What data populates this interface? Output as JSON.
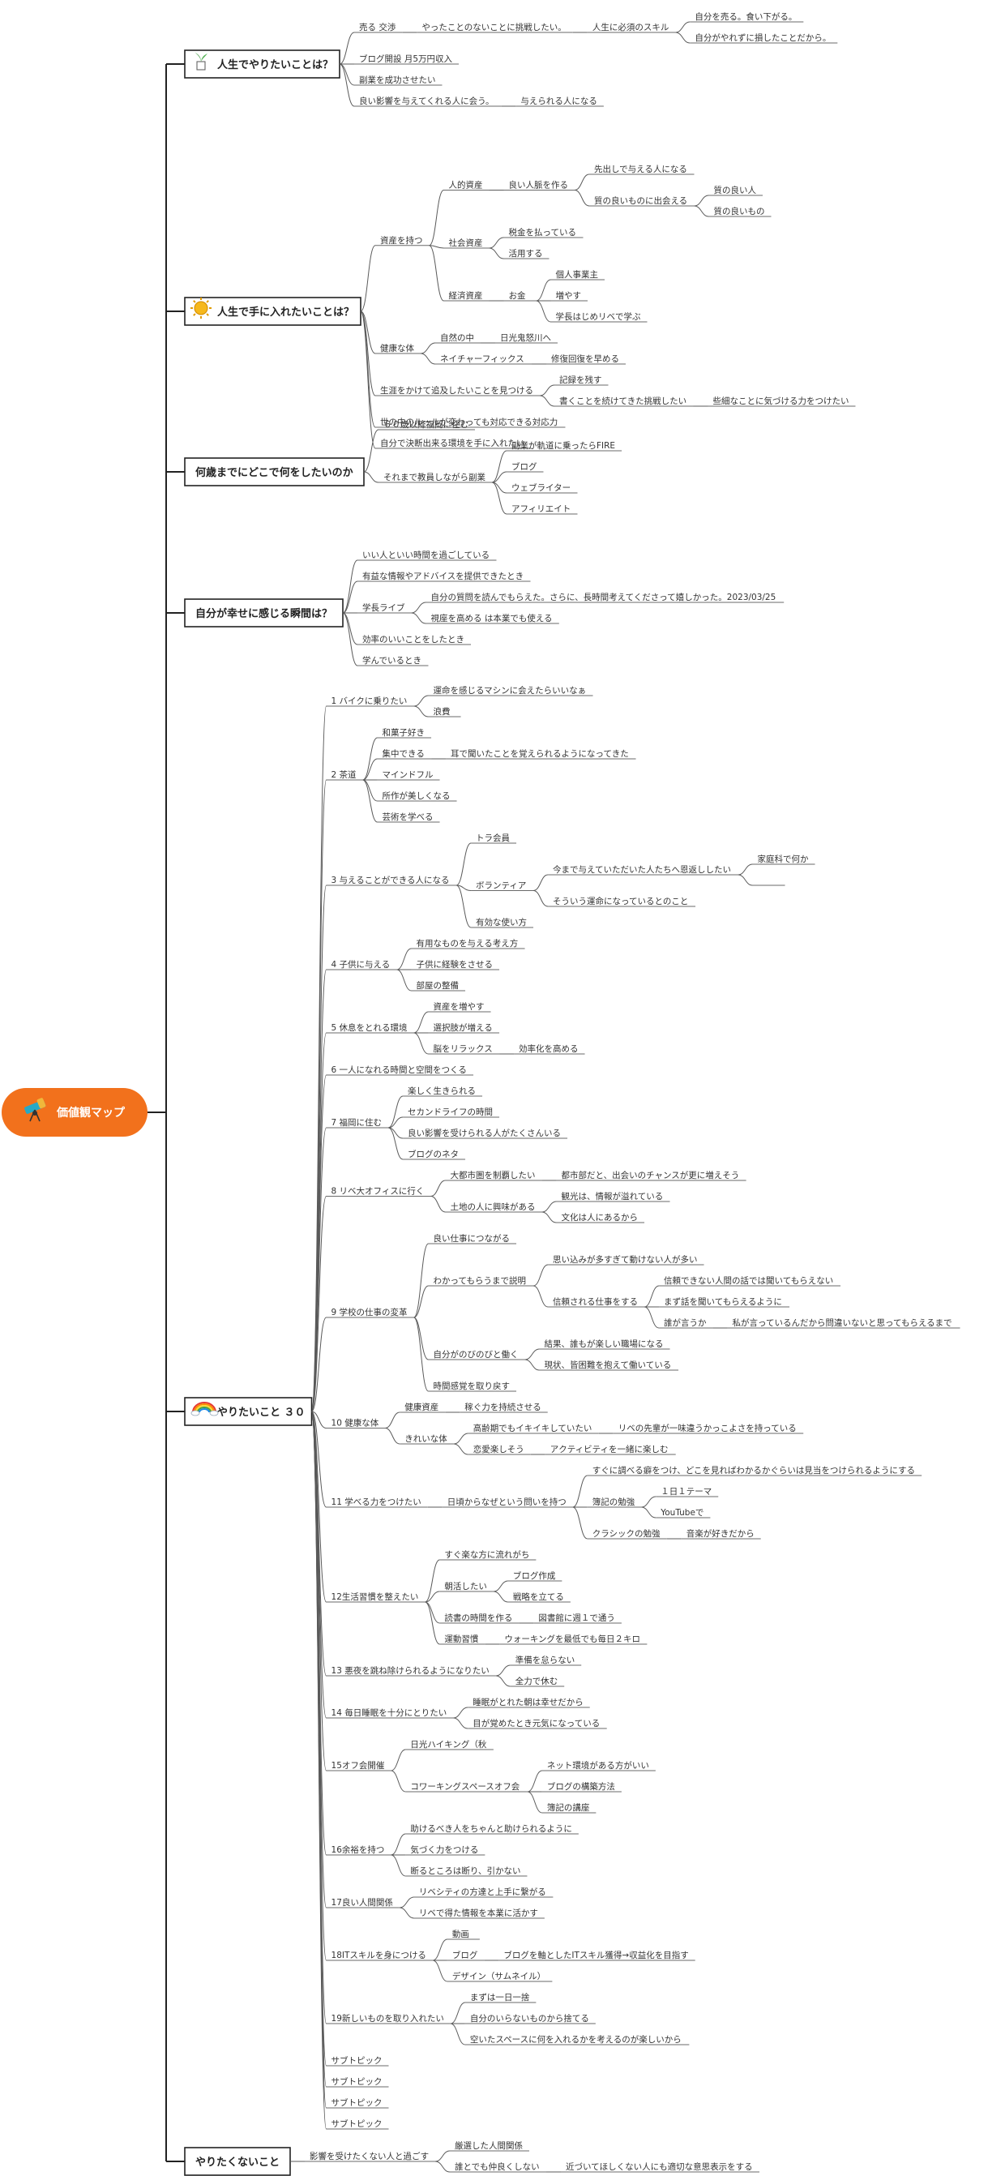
{
  "central": {
    "label": "価値観マップ",
    "icon": "telescope-icon",
    "color": "#f2711c"
  },
  "topics": [
    {
      "label": "人生でやりたいことは？",
      "icon": "plant-icon",
      "children": [
        {
          "label": "売る 交渉",
          "children": [
            {
              "label": "やったことのないことに挑戦したい。",
              "children": [
                {
                  "label": "人生に必須のスキル",
                  "children": [
                    {
                      "label": "自分を売る。食い下がる。"
                    },
                    {
                      "label": "自分がやれずに損したことだから。"
                    }
                  ]
                }
              ]
            }
          ]
        },
        {
          "label": "ブログ開設 月5万円収入"
        },
        {
          "label": "副業を成功させたい"
        },
        {
          "label": "良い影響を与えてくれる人に会う。",
          "children": [
            {
              "label": "与えられる人になる"
            }
          ]
        }
      ]
    },
    {
      "label": "人生で手に入れたいことは？",
      "icon": "sun-icon",
      "children": [
        {
          "label": "資産を持つ",
          "children": [
            {
              "label": "人的資産",
              "children": [
                {
                  "label": "良い人脈を作る",
                  "children": [
                    {
                      "label": "先出しで与える人になる"
                    },
                    {
                      "label": "質の良いものに出会える",
                      "children": [
                        {
                          "label": "質の良い人"
                        },
                        {
                          "label": "質の良いもの"
                        }
                      ]
                    }
                  ]
                }
              ]
            },
            {
              "label": "社会資産",
              "children": [
                {
                  "label": "税金を払っている"
                },
                {
                  "label": "活用する"
                }
              ]
            },
            {
              "label": "経済資産",
              "children": [
                {
                  "label": "お金",
                  "children": [
                    {
                      "label": "個人事業主"
                    },
                    {
                      "label": "増やす"
                    },
                    {
                      "label": "学長はじめリベで学ぶ"
                    }
                  ]
                }
              ]
            }
          ]
        },
        {
          "label": "健康な体",
          "children": [
            {
              "label": "自然の中",
              "children": [
                {
                  "label": "日光鬼怒川へ"
                }
              ]
            },
            {
              "label": "ネイチャーフィックス",
              "children": [
                {
                  "label": "修復回復を早める"
                }
              ]
            }
          ]
        },
        {
          "label": "生涯をかけて追及したいことを見つける",
          "children": [
            {
              "label": "記録を残す"
            },
            {
              "label": "書くことを続けてきた挑戦したい",
              "children": [
                {
                  "label": "些細なことに気づける力をつけたい"
                }
              ]
            }
          ]
        },
        {
          "label": "世の中のルールが変わっても対応できる対応力"
        },
        {
          "label": "自分で決断出来る環境を手に入れたい"
        }
      ]
    },
    {
      "label": "何歳までにどこで何をしたいのか",
      "icon": "",
      "children": [
        {
          "label": "６０歳以降福岡に住む"
        },
        {
          "label": "それまで教員しながら副業",
          "children": [
            {
              "label": "副業が軌道に乗ったらFIRE"
            },
            {
              "label": "ブログ"
            },
            {
              "label": "ウェブライター"
            },
            {
              "label": "アフィリエイト"
            }
          ]
        }
      ]
    },
    {
      "label": "自分が幸せに感じる瞬間は？",
      "icon": "",
      "children": [
        {
          "label": "いい人といい時間を過ごしている"
        },
        {
          "label": "有益な情報やアドバイスを提供できたとき"
        },
        {
          "label": "学長ライブ",
          "children": [
            {
              "label": "自分の質問を読んでもらえた。さらに、長時間考えてくださって嬉しかった。2023/03/25"
            },
            {
              "label": "視座を高める は本業でも使える"
            }
          ]
        },
        {
          "label": "効率のいいことをしたとき"
        },
        {
          "label": "学んでいるとき"
        }
      ]
    },
    {
      "label": "やりたいこと ３０",
      "icon": "rainbow-icon",
      "children": [
        {
          "label": "1 バイクに乗りたい",
          "children": [
            {
              "label": "運命を感じるマシンに会えたらいいなぁ"
            },
            {
              "label": "浪費"
            }
          ]
        },
        {
          "label": "2 茶道",
          "children": [
            {
              "label": "和菓子好き"
            },
            {
              "label": "集中できる",
              "children": [
                {
                  "label": "耳で聞いたことを覚えられるようになってきた"
                }
              ]
            },
            {
              "label": "マインドフル"
            },
            {
              "label": "所作が美しくなる"
            },
            {
              "label": "芸術を学べる"
            }
          ]
        },
        {
          "label": "3 与えることができる人になる",
          "children": [
            {
              "label": "トラ会員"
            },
            {
              "label": "ボランティア",
              "children": [
                {
                  "label": "今まで与えていただいた人たちへ恩返ししたい",
                  "children": [
                    {
                      "label": "家庭科で何か"
                    },
                    {
                      "label": ""
                    }
                  ]
                },
                {
                  "label": "そういう運命になっているとのこと"
                }
              ]
            },
            {
              "label": "有効な使い方"
            }
          ]
        },
        {
          "label": "4 子供に与える",
          "children": [
            {
              "label": "有用なものを与える考え方"
            },
            {
              "label": "子供に経験をさせる"
            },
            {
              "label": "部屋の整備"
            }
          ]
        },
        {
          "label": "5 休息をとれる環境",
          "children": [
            {
              "label": "資産を増やす"
            },
            {
              "label": "選択肢が増える"
            },
            {
              "label": "脳をリラックス",
              "children": [
                {
                  "label": "効率化を高める"
                }
              ]
            }
          ]
        },
        {
          "label": "6 一人になれる時間と空間をつくる"
        },
        {
          "label": "7 福岡に住む",
          "children": [
            {
              "label": "楽しく生きられる"
            },
            {
              "label": "セカンドライフの時間"
            },
            {
              "label": "良い影響を受けられる人がたくさんいる"
            },
            {
              "label": "ブログのネタ"
            }
          ]
        },
        {
          "label": "8 リベ大オフィスに行く",
          "children": [
            {
              "label": "大都市圏を制覇したい",
              "children": [
                {
                  "label": "都市部だと、出会いのチャンスが更に増えそう"
                }
              ]
            },
            {
              "label": "土地の人に興味がある",
              "children": [
                {
                  "label": "観光は、情報が溢れている"
                },
                {
                  "label": "文化は人にあるから"
                }
              ]
            }
          ]
        },
        {
          "label": "9 学校の仕事の変革",
          "children": [
            {
              "label": "良い仕事につながる"
            },
            {
              "label": "わかってもらうまで説明",
              "children": [
                {
                  "label": "思い込みが多すぎて動けない人が多い"
                },
                {
                  "label": "信頼される仕事をする",
                  "children": [
                    {
                      "label": "信頼できない人間の話では聞いてもらえない"
                    },
                    {
                      "label": "まず話を聞いてもらえるように"
                    },
                    {
                      "label": "誰が言うか",
                      "children": [
                        {
                          "label": "私が言っているんだから問違いないと思ってもらえるまで"
                        }
                      ]
                    }
                  ]
                }
              ]
            },
            {
              "label": "自分がのびのびと働く",
              "children": [
                {
                  "label": "結果、誰もが楽しい職場になる"
                },
                {
                  "label": "現状、皆困難を抱えて働いている"
                }
              ]
            },
            {
              "label": "時間感覚を取り戻す"
            }
          ]
        },
        {
          "label": "10 健康な体",
          "children": [
            {
              "label": "健康資産",
              "children": [
                {
                  "label": "稼ぐ力を持続させる"
                }
              ]
            },
            {
              "label": "きれいな体",
              "children": [
                {
                  "label": "高齢期でもイキイキしていたい",
                  "children": [
                    {
                      "label": "リベの先輩が一味違うかっこよさを持っている"
                    }
                  ]
                },
                {
                  "label": "恋愛楽しそう",
                  "children": [
                    {
                      "label": "アクティビティを一緒に楽しむ"
                    }
                  ]
                }
              ]
            }
          ]
        },
        {
          "label": "11 学べる力をつけたい",
          "children": [
            {
              "label": "日頃からなぜという問いを持つ",
              "children": [
                {
                  "label": "すぐに調べる癖をつけ、どこを見ればわかるかぐらいは見当をつけられるようにする"
                },
                {
                  "label": "簿記の勉強",
                  "children": [
                    {
                      "label": "１日１テーマ"
                    },
                    {
                      "label": "YouTubeで"
                    }
                  ]
                },
                {
                  "label": "クラシックの勉強",
                  "children": [
                    {
                      "label": "音楽が好きだから"
                    }
                  ]
                }
              ]
            }
          ]
        },
        {
          "label": "12生活習慣を整えたい",
          "children": [
            {
              "label": "すぐ楽な方に流れがち"
            },
            {
              "label": "朝活したい",
              "children": [
                {
                  "label": "ブログ作成"
                },
                {
                  "label": "戦略を立てる"
                }
              ]
            },
            {
              "label": "読書の時間を作る",
              "children": [
                {
                  "label": "図書館に週１で通う"
                }
              ]
            },
            {
              "label": "運動習慣",
              "children": [
                {
                  "label": "ウォーキングを最低でも毎日２キロ"
                }
              ]
            }
          ]
        },
        {
          "label": "13 悪夜を跳ね除けられるようになりたい",
          "children": [
            {
              "label": "準備を怠らない"
            },
            {
              "label": "全力で休む"
            }
          ]
        },
        {
          "label": "14 毎日睡眠を十分にとりたい",
          "children": [
            {
              "label": "睡眠がとれた朝は幸せだから"
            },
            {
              "label": "目が覚めたとき元気になっている"
            }
          ]
        },
        {
          "label": "15オフ会開催",
          "children": [
            {
              "label": "日光ハイキング（秋"
            },
            {
              "label": "コワーキングスペースオフ会",
              "children": [
                {
                  "label": "ネット環境がある方がいい"
                },
                {
                  "label": "ブログの構築方法"
                },
                {
                  "label": "簿記の講座"
                }
              ]
            }
          ]
        },
        {
          "label": "16余裕を持つ",
          "children": [
            {
              "label": "助けるべき人をちゃんと助けられるように"
            },
            {
              "label": "気づく力をつける"
            },
            {
              "label": "断るところは断り、引かない"
            }
          ]
        },
        {
          "label": "17良い人間関係",
          "children": [
            {
              "label": "リベシティの方達と上手に繋がる"
            },
            {
              "label": "リベで得た情報を本業に活かす"
            }
          ]
        },
        {
          "label": "18ITスキルを身につける",
          "children": [
            {
              "label": "動画"
            },
            {
              "label": "ブログ",
              "children": [
                {
                  "label": "ブログを軸としたITスキル獲得→収益化を目指す"
                }
              ]
            },
            {
              "label": "デザイン（サムネイル）"
            }
          ]
        },
        {
          "label": "19新しいものを取り入れたい",
          "children": [
            {
              "label": "まずは一日一捨"
            },
            {
              "label": "自分のいらないものから捨てる"
            },
            {
              "label": "空いたスペースに何を入れるかを考えるのが楽しいから"
            }
          ]
        },
        {
          "label": "サブトピック"
        },
        {
          "label": "サブトピック"
        },
        {
          "label": "サブトピック"
        },
        {
          "label": "サブトピック"
        }
      ]
    },
    {
      "label": "やりたくないこと",
      "icon": "",
      "children": [
        {
          "label": "影響を受けたくない人と過ごす",
          "children": [
            {
              "label": "厳選した人間関係"
            },
            {
              "label": "誰とでも仲良くしない",
              "children": [
                {
                  "label": "近づいてほしくない人にも適切な意思表示をする"
                }
              ]
            }
          ]
        }
      ]
    }
  ]
}
